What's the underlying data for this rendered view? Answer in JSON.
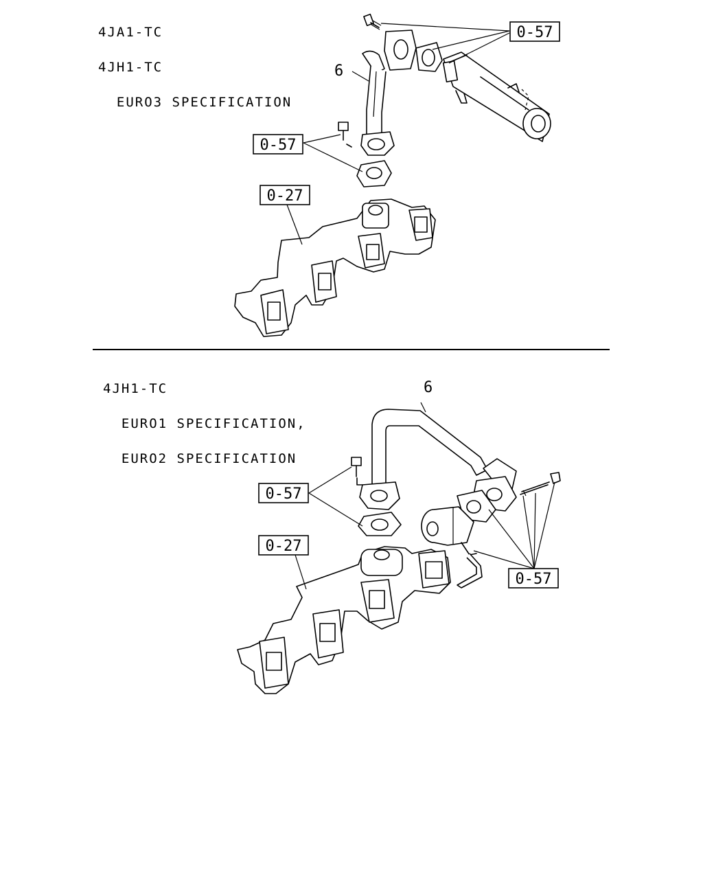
{
  "top_section": {
    "header_lines": [
      "4JA1-TC",
      "4JH1-TC",
      "  EURO3 SPECIFICATION"
    ],
    "callouts": {
      "fastener_ref_upper": "0-57",
      "fastener_ref_lower": "0-57",
      "manifold_ref": "0-27",
      "pipe_part_no": "6"
    }
  },
  "bottom_section": {
    "header_lines": [
      "4JH1-TC",
      "  EURO1 SPECIFICATION,",
      "  EURO2 SPECIFICATION"
    ],
    "callouts": {
      "pipe_part_no": "6",
      "fastener_ref_left": "0-57",
      "manifold_ref": "0-27",
      "fastener_ref_right": "0-57"
    }
  }
}
